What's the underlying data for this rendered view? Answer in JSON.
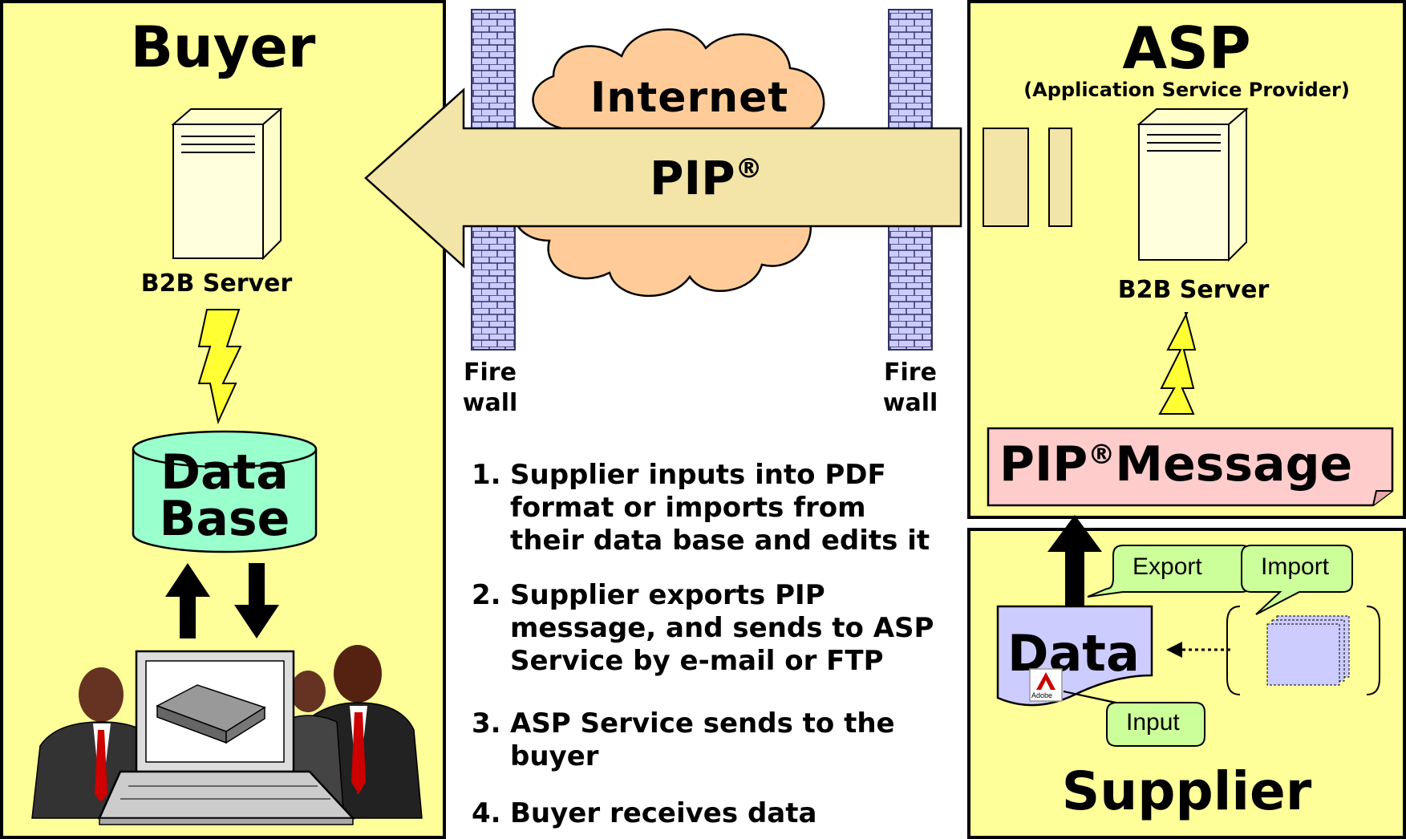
{
  "buyer": {
    "title": "Buyer",
    "server_label": "B2B Server",
    "database_label_line1": "Data",
    "database_label_line2": "Base"
  },
  "internet": {
    "cloud_label": "Internet",
    "arrow_label": "PIP",
    "registered": "®",
    "firewall_left": [
      "Fire",
      "wall"
    ],
    "firewall_right": [
      "Fire",
      "wall"
    ]
  },
  "asp": {
    "title": "ASP",
    "subtitle": "(Application Service Provider)",
    "server_label": "B2B Server",
    "message_label_a": "PIP",
    "message_registered": "®",
    "message_label_b": "Message"
  },
  "supplier": {
    "title": "Supplier",
    "data_label": "Data",
    "adobe_logo_text": "Adobe",
    "callouts": {
      "export": "Export",
      "import": "Import",
      "input": "Input"
    }
  },
  "steps": [
    {
      "num": "1.",
      "lines": [
        "Supplier inputs into PDF",
        "format or imports from",
        "their data base and edits it"
      ]
    },
    {
      "num": "2.",
      "lines": [
        "Supplier exports PIP",
        "message, and sends to ASP",
        "Service by e-mail or FTP"
      ]
    },
    {
      "num": "3.",
      "lines": [
        "ASP Service sends to the",
        "buyer"
      ]
    },
    {
      "num": "4.",
      "lines": [
        "Buyer receives data"
      ]
    }
  ],
  "colors": {
    "panel_fill": "#ffff99",
    "cloud": "#ffcc99",
    "arrow": "#f0e0a0",
    "database": "#99ffcc",
    "message_box": "#ffcccc",
    "data_doc": "#ccccff",
    "callout": "#ccff99",
    "firewall": "#ccccff",
    "lightning": "#ffff33"
  }
}
